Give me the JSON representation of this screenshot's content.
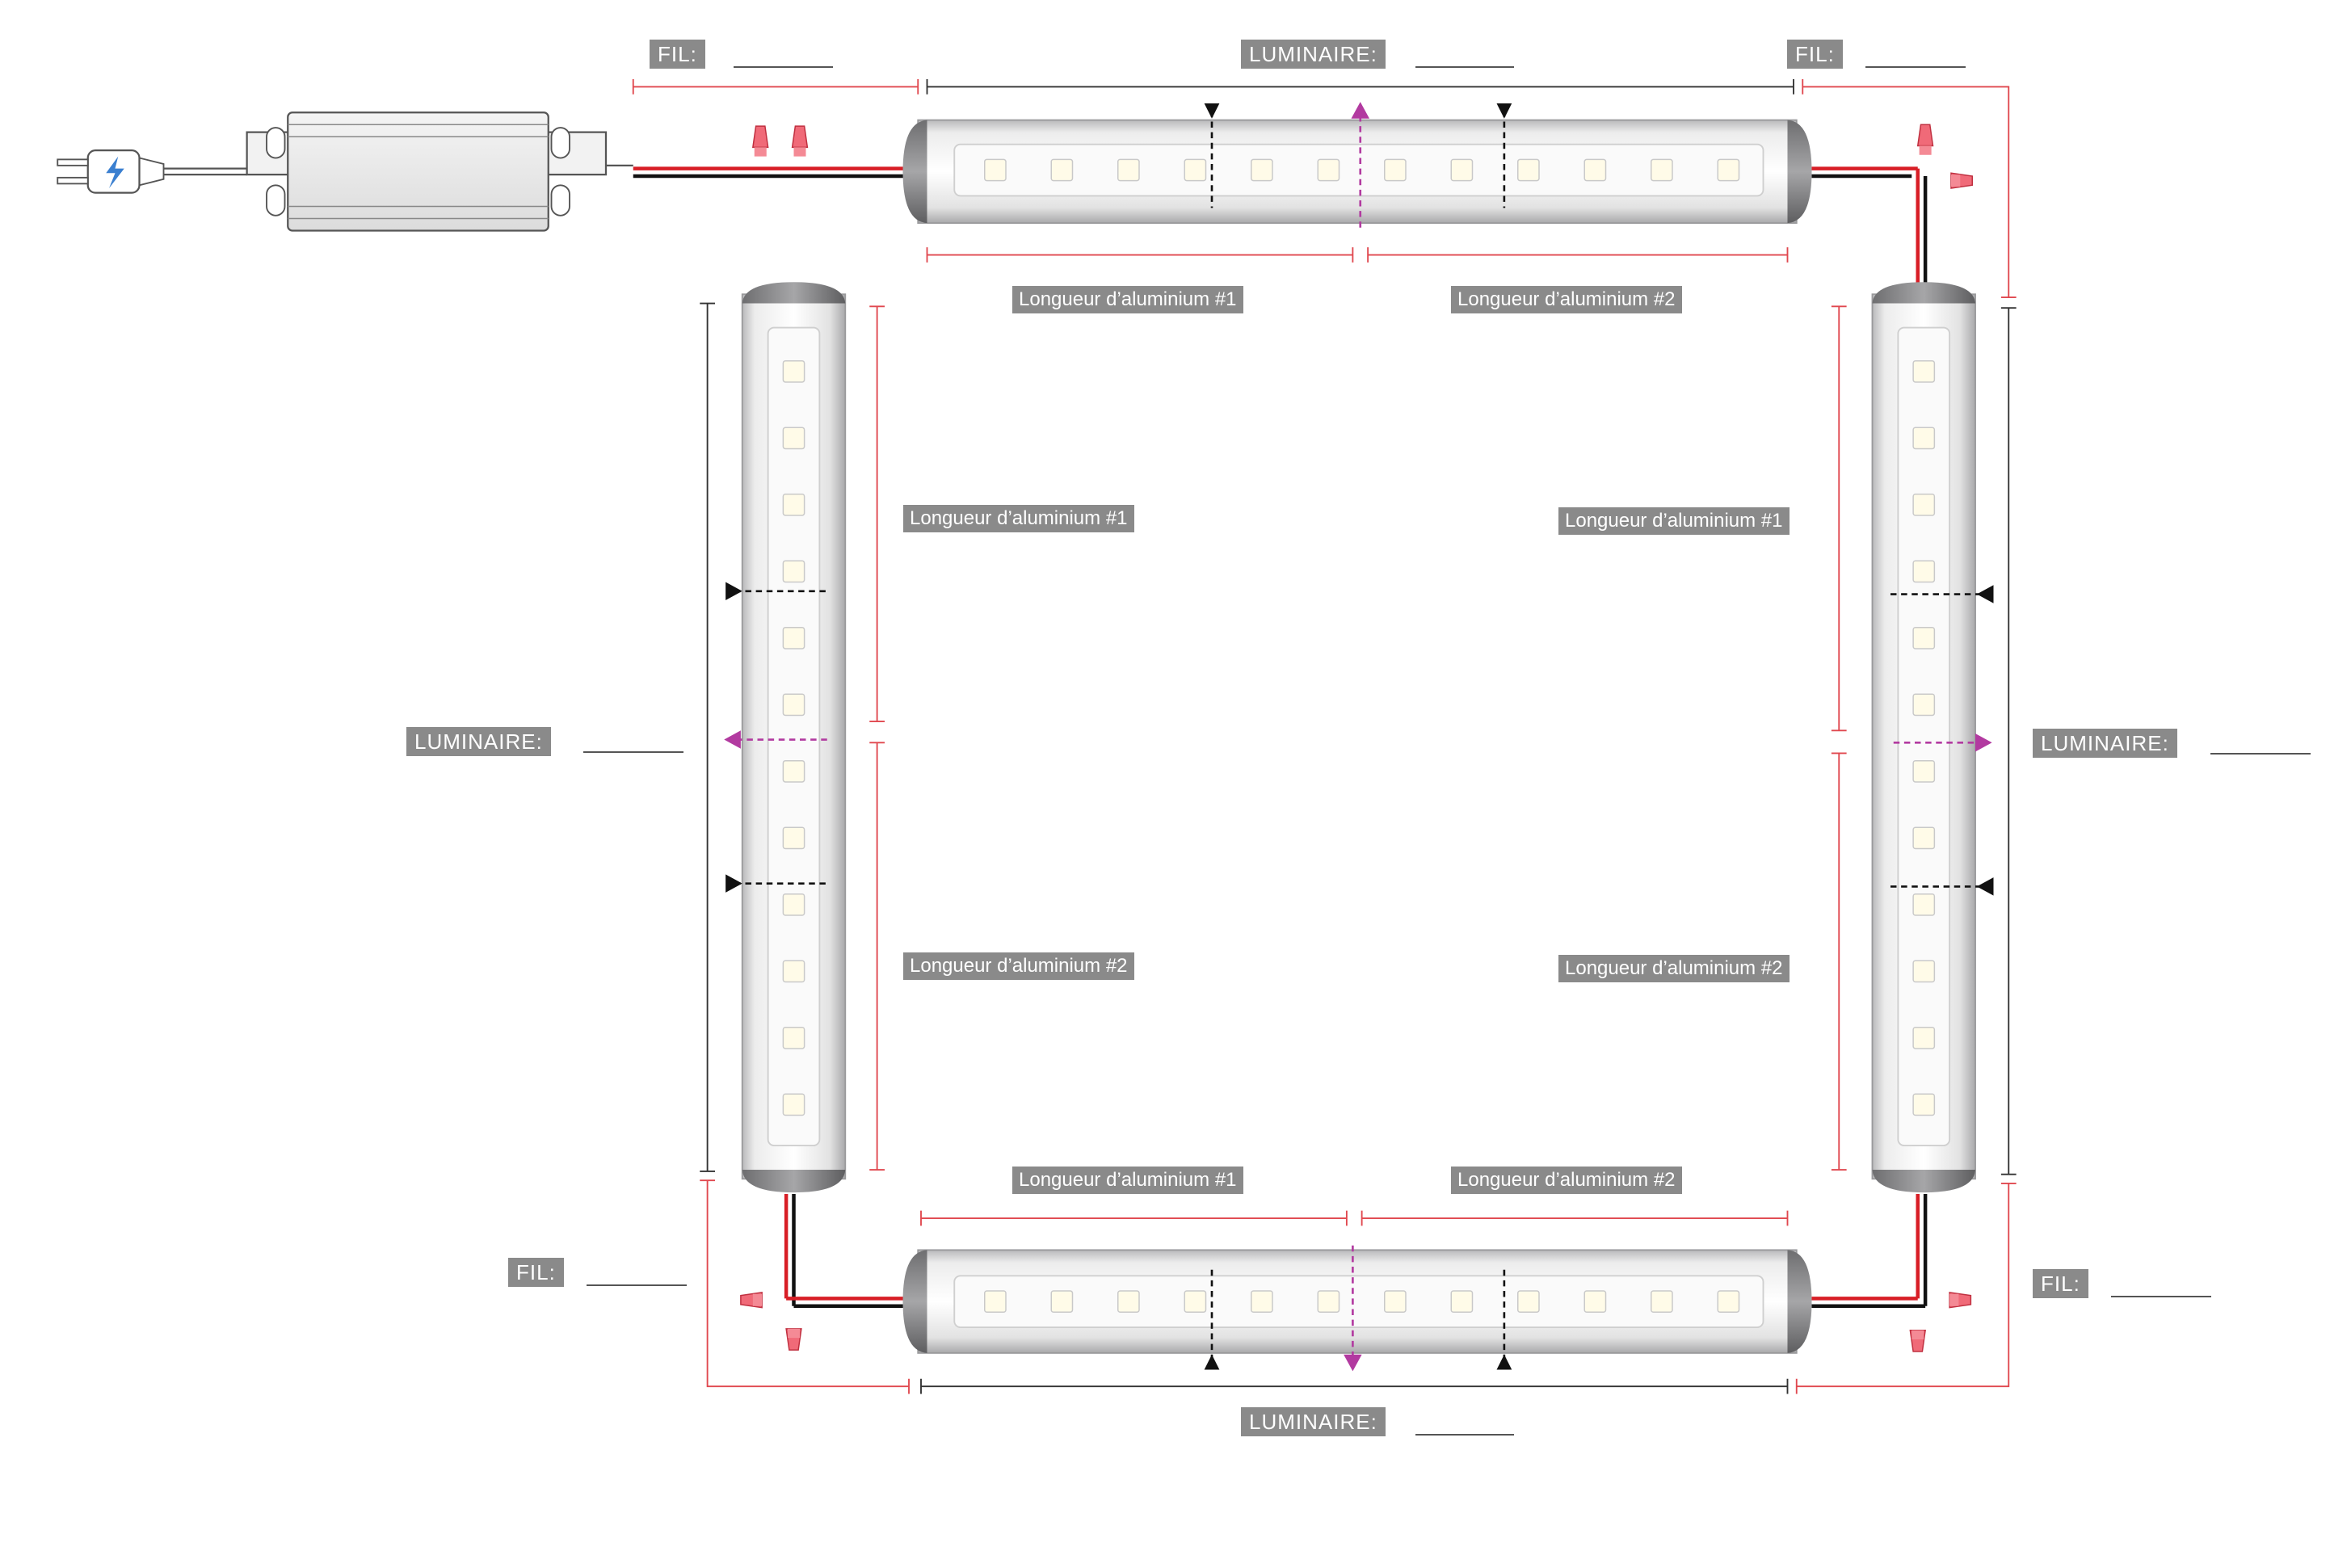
{
  "labels": {
    "fil": "FIL:",
    "luminaire": "LUMINAIRE:",
    "alu1": "Longueur d’aluminium #1",
    "alu2": "Longueur d’aluminium #2"
  },
  "colors": {
    "dimension_red": "#e0484f",
    "dimension_black": "#333333",
    "center_mark": "#b23aa0",
    "label_bg": "#8a8a8a",
    "wire_red": "#d81e26",
    "wire_black": "#111111",
    "connector_pink": "#f06a78",
    "profile_gray": "#c8c8c8",
    "endcap_gray": "#8e8e90"
  },
  "components": {
    "power_supply_icon": "lightning-icon",
    "plug_icon": "plug-icon",
    "wire_nut_icon": "wire-nut-icon"
  }
}
